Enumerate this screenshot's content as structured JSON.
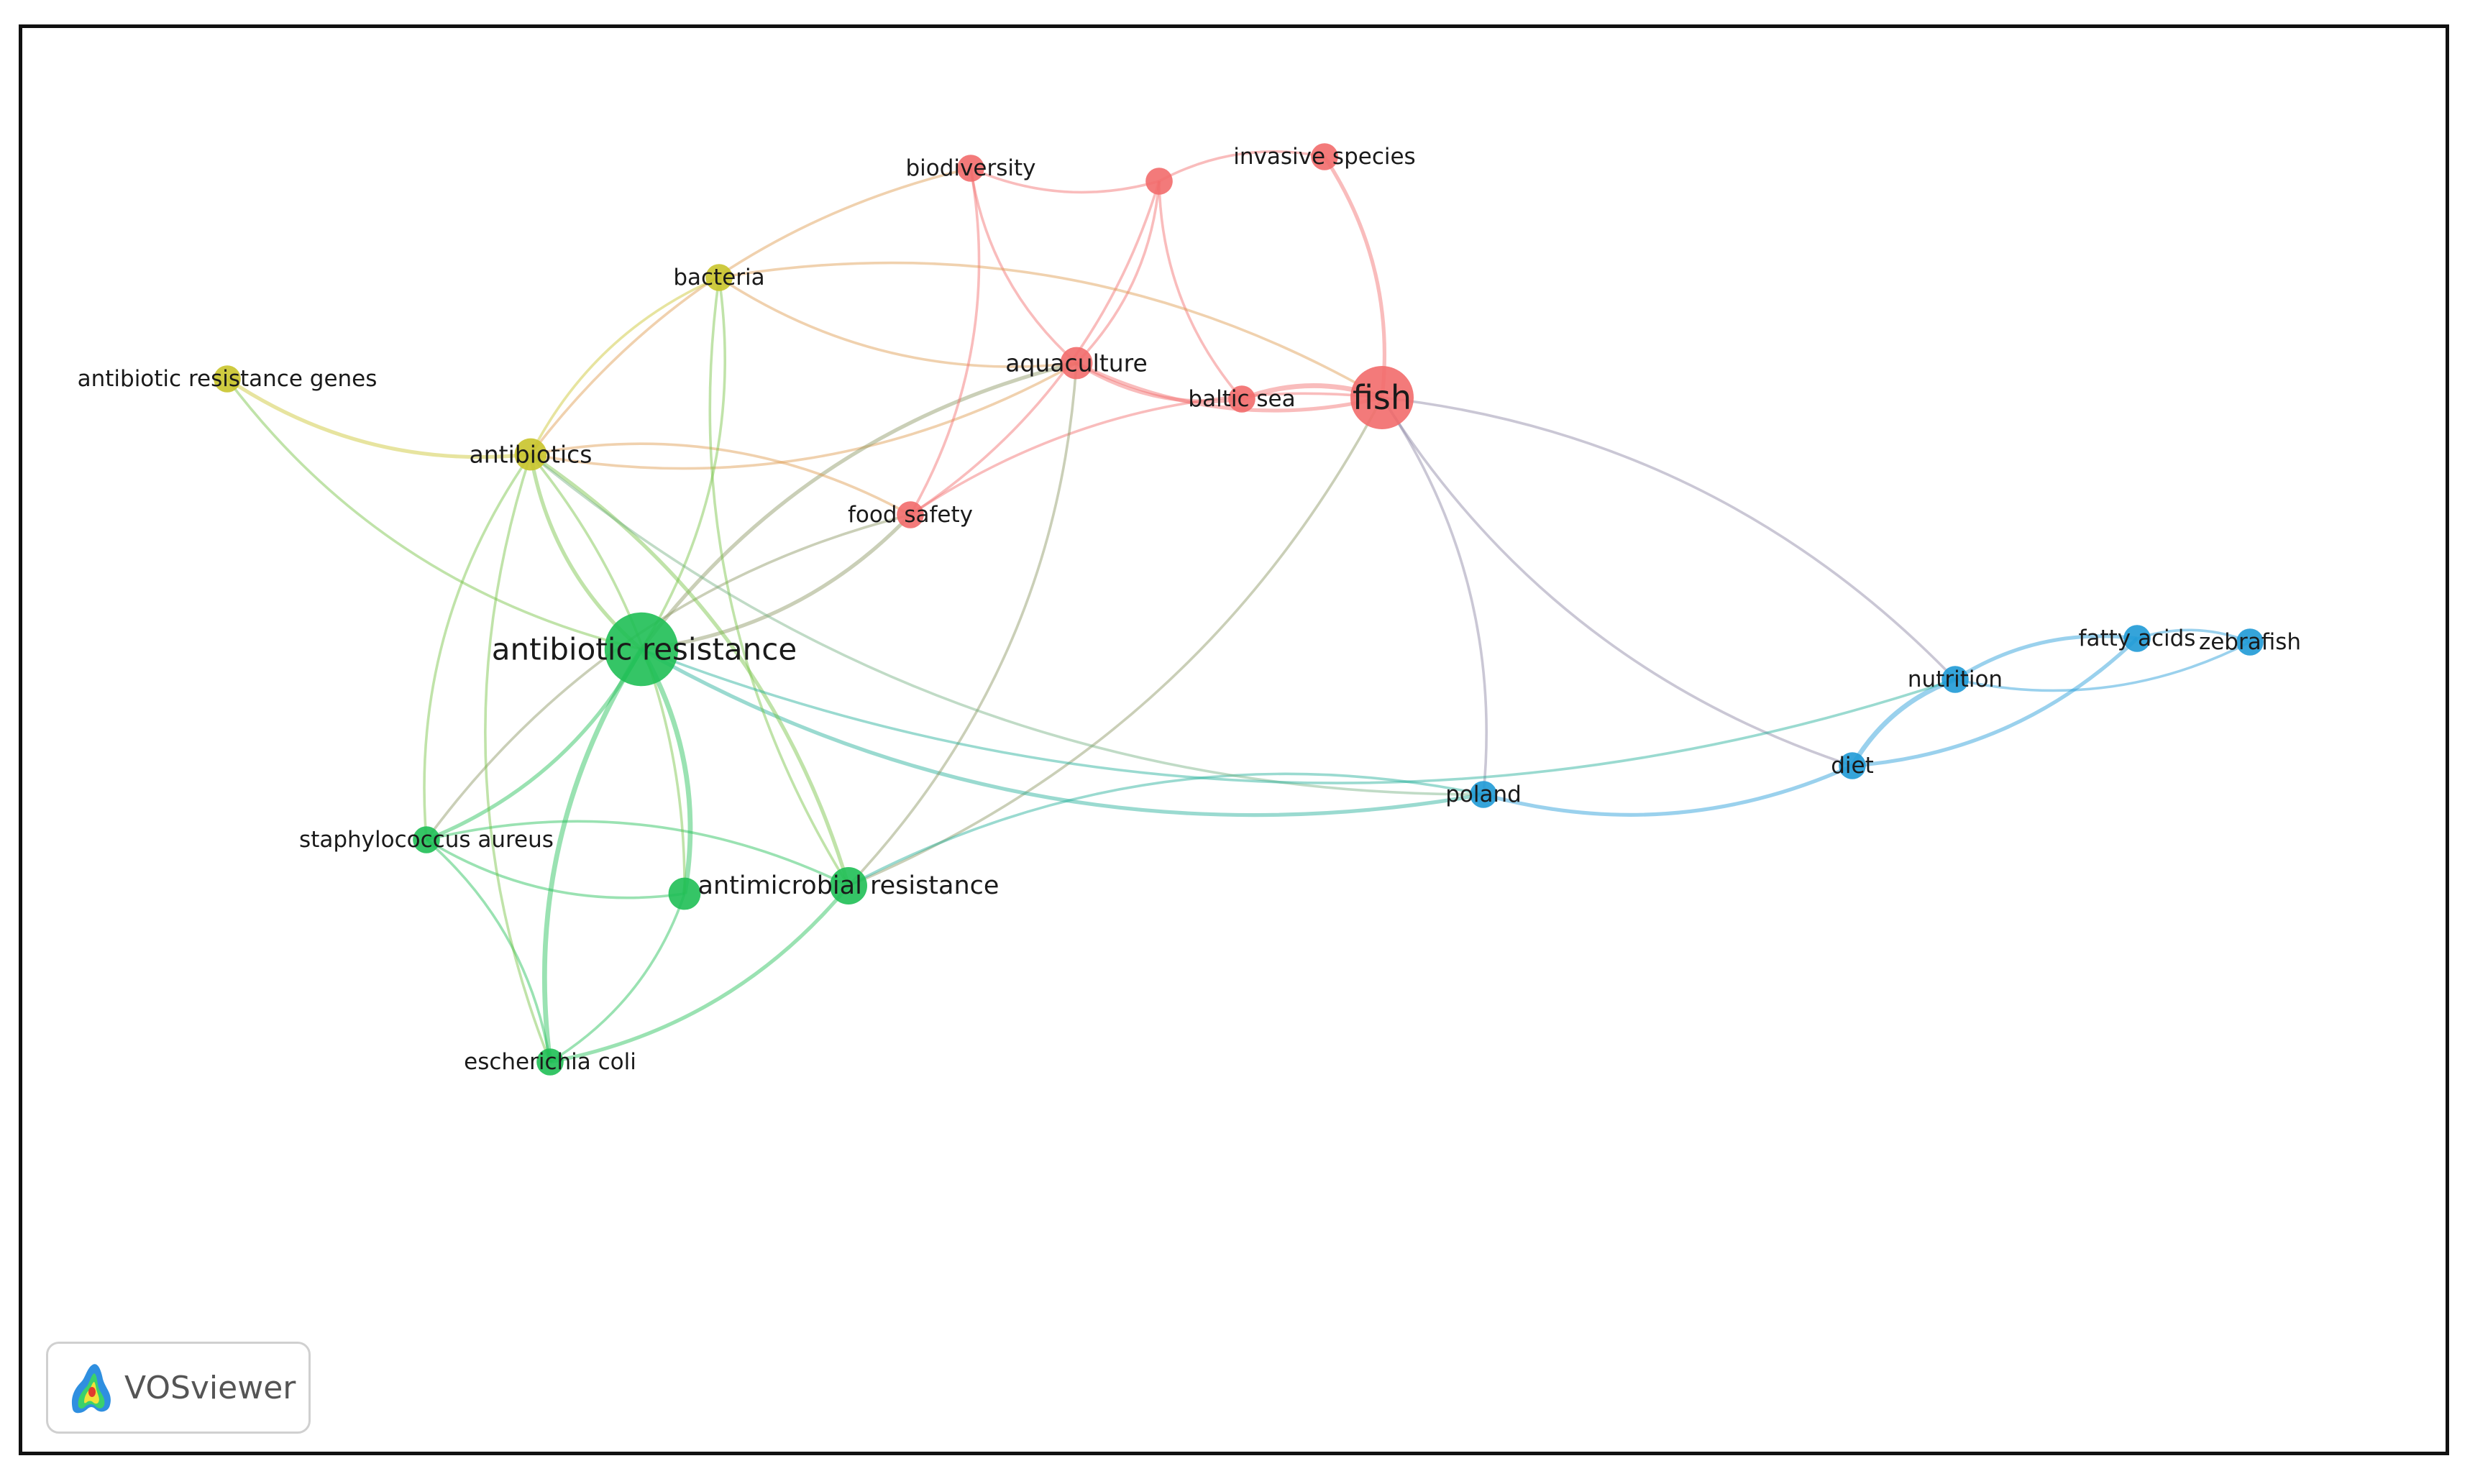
{
  "brand": {
    "name": "VOSviewer"
  },
  "clusters": {
    "red": "#f26b6b",
    "green": "#1fbf55",
    "yellow": "#c9c42b",
    "blue": "#1f9ad6"
  },
  "nodes": [
    {
      "id": "fish",
      "label": "fish",
      "cluster": "red",
      "weight": 10
    },
    {
      "id": "aquaculture",
      "label": "aquaculture",
      "cluster": "red",
      "weight": 4
    },
    {
      "id": "baltic-sea",
      "label": "baltic sea",
      "cluster": "red",
      "weight": 3
    },
    {
      "id": "biodiversity",
      "label": "biodiversity",
      "cluster": "red",
      "weight": 3
    },
    {
      "id": "invasive-species",
      "label": "invasive species",
      "cluster": "red",
      "weight": 3
    },
    {
      "id": "unlabeled-red",
      "label": "",
      "cluster": "red",
      "weight": 3
    },
    {
      "id": "food-safety",
      "label": "food safety",
      "cluster": "red",
      "weight": 3
    },
    {
      "id": "antibiotic-resistance",
      "label": "antibiotic resistance",
      "cluster": "green",
      "weight": 12
    },
    {
      "id": "antimicrobial-resistance",
      "label": "antimicrobial resistance",
      "cluster": "green",
      "weight": 5
    },
    {
      "id": "unlabeled-green",
      "label": "",
      "cluster": "green",
      "weight": 4
    },
    {
      "id": "staphylococcus-aureus",
      "label": "staphylococcus aureus",
      "cluster": "green",
      "weight": 3
    },
    {
      "id": "escherichia-coli",
      "label": "escherichia coli",
      "cluster": "green",
      "weight": 3
    },
    {
      "id": "antibiotics",
      "label": "antibiotics",
      "cluster": "yellow",
      "weight": 4
    },
    {
      "id": "bacteria",
      "label": "bacteria",
      "cluster": "yellow",
      "weight": 3
    },
    {
      "id": "antibiotic-resistance-genes",
      "label": "antibiotic resistance genes",
      "cluster": "yellow",
      "weight": 3
    },
    {
      "id": "poland",
      "label": "poland",
      "cluster": "blue",
      "weight": 3
    },
    {
      "id": "diet",
      "label": "diet",
      "cluster": "blue",
      "weight": 3
    },
    {
      "id": "nutrition",
      "label": "nutrition",
      "cluster": "blue",
      "weight": 3
    },
    {
      "id": "fatty-acids",
      "label": "fatty acids",
      "cluster": "blue",
      "weight": 3
    },
    {
      "id": "zebrafish",
      "label": "zebrafish",
      "cluster": "blue",
      "weight": 3
    }
  ],
  "links": [
    {
      "source": "fish",
      "target": "baltic-sea",
      "strength": 3
    },
    {
      "source": "fish",
      "target": "aquaculture",
      "strength": 2
    },
    {
      "source": "fish",
      "target": "invasive-species",
      "strength": 2
    },
    {
      "source": "fish",
      "target": "nutrition",
      "strength": 1
    },
    {
      "source": "fish",
      "target": "diet",
      "strength": 1
    },
    {
      "source": "fish",
      "target": "poland",
      "strength": 1
    },
    {
      "source": "fish",
      "target": "food-safety",
      "strength": 1
    },
    {
      "source": "fish",
      "target": "antimicrobial-resistance",
      "strength": 1
    },
    {
      "source": "aquaculture",
      "target": "baltic-sea",
      "strength": 2
    },
    {
      "source": "aquaculture",
      "target": "biodiversity",
      "strength": 1
    },
    {
      "source": "aquaculture",
      "target": "unlabeled-red",
      "strength": 1
    },
    {
      "source": "aquaculture",
      "target": "antibiotics",
      "strength": 1
    },
    {
      "source": "aquaculture",
      "target": "antibiotic-resistance",
      "strength": 2
    },
    {
      "source": "aquaculture",
      "target": "bacteria",
      "strength": 1
    },
    {
      "source": "biodiversity",
      "target": "unlabeled-red",
      "strength": 1
    },
    {
      "source": "biodiversity",
      "target": "food-safety",
      "strength": 1
    },
    {
      "source": "biodiversity",
      "target": "antibiotics",
      "strength": 1
    },
    {
      "source": "unlabeled-red",
      "target": "invasive-species",
      "strength": 1
    },
    {
      "source": "unlabeled-red",
      "target": "baltic-sea",
      "strength": 1
    },
    {
      "source": "unlabeled-red",
      "target": "food-safety",
      "strength": 1
    },
    {
      "source": "food-safety",
      "target": "antibiotics",
      "strength": 1
    },
    {
      "source": "food-safety",
      "target": "antibiotic-resistance",
      "strength": 2
    },
    {
      "source": "food-safety",
      "target": "staphylococcus-aureus",
      "strength": 1
    },
    {
      "source": "antibiotic-resistance",
      "target": "antibiotics",
      "strength": 2
    },
    {
      "source": "antibiotic-resistance",
      "target": "bacteria",
      "strength": 1
    },
    {
      "source": "antibiotic-resistance",
      "target": "staphylococcus-aureus",
      "strength": 2
    },
    {
      "source": "antibiotic-resistance",
      "target": "escherichia-coli",
      "strength": 3
    },
    {
      "source": "antibiotic-resistance",
      "target": "unlabeled-green",
      "strength": 3
    },
    {
      "source": "antibiotic-resistance",
      "target": "poland",
      "strength": 2
    },
    {
      "source": "antibiotic-resistance",
      "target": "antibiotic-resistance-genes",
      "strength": 1
    },
    {
      "source": "antimicrobial-resistance",
      "target": "antibiotics",
      "strength": 2
    },
    {
      "source": "antimicrobial-resistance",
      "target": "escherichia-coli",
      "strength": 2
    },
    {
      "source": "antimicrobial-resistance",
      "target": "staphylococcus-aureus",
      "strength": 1
    },
    {
      "source": "antimicrobial-resistance",
      "target": "poland",
      "strength": 1
    },
    {
      "source": "antimicrobial-resistance",
      "target": "aquaculture",
      "strength": 1
    },
    {
      "source": "staphylococcus-aureus",
      "target": "escherichia-coli",
      "strength": 1
    },
    {
      "source": "staphylococcus-aureus",
      "target": "unlabeled-green",
      "strength": 1
    },
    {
      "source": "staphylococcus-aureus",
      "target": "antibiotics",
      "strength": 1
    },
    {
      "source": "escherichia-coli",
      "target": "unlabeled-green",
      "strength": 1
    },
    {
      "source": "escherichia-coli",
      "target": "antibiotics",
      "strength": 1
    },
    {
      "source": "bacteria",
      "target": "antibiotics",
      "strength": 1
    },
    {
      "source": "bacteria",
      "target": "fish",
      "strength": 1
    },
    {
      "source": "bacteria",
      "target": "antimicrobial-resistance",
      "strength": 1
    },
    {
      "source": "antibiotics",
      "target": "antibiotic-resistance-genes",
      "strength": 2
    },
    {
      "source": "antibiotics",
      "target": "poland",
      "strength": 1
    },
    {
      "source": "antibiotics",
      "target": "unlabeled-green",
      "strength": 1
    },
    {
      "source": "poland",
      "target": "diet",
      "strength": 2
    },
    {
      "source": "diet",
      "target": "nutrition",
      "strength": 3
    },
    {
      "source": "diet",
      "target": "fatty-acids",
      "strength": 2
    },
    {
      "source": "nutrition",
      "target": "fatty-acids",
      "strength": 2
    },
    {
      "source": "nutrition",
      "target": "zebrafish",
      "strength": 1
    },
    {
      "source": "fatty-acids",
      "target": "zebrafish",
      "strength": 1
    },
    {
      "source": "antibiotic-resistance",
      "target": "nutrition",
      "strength": 1
    }
  ]
}
